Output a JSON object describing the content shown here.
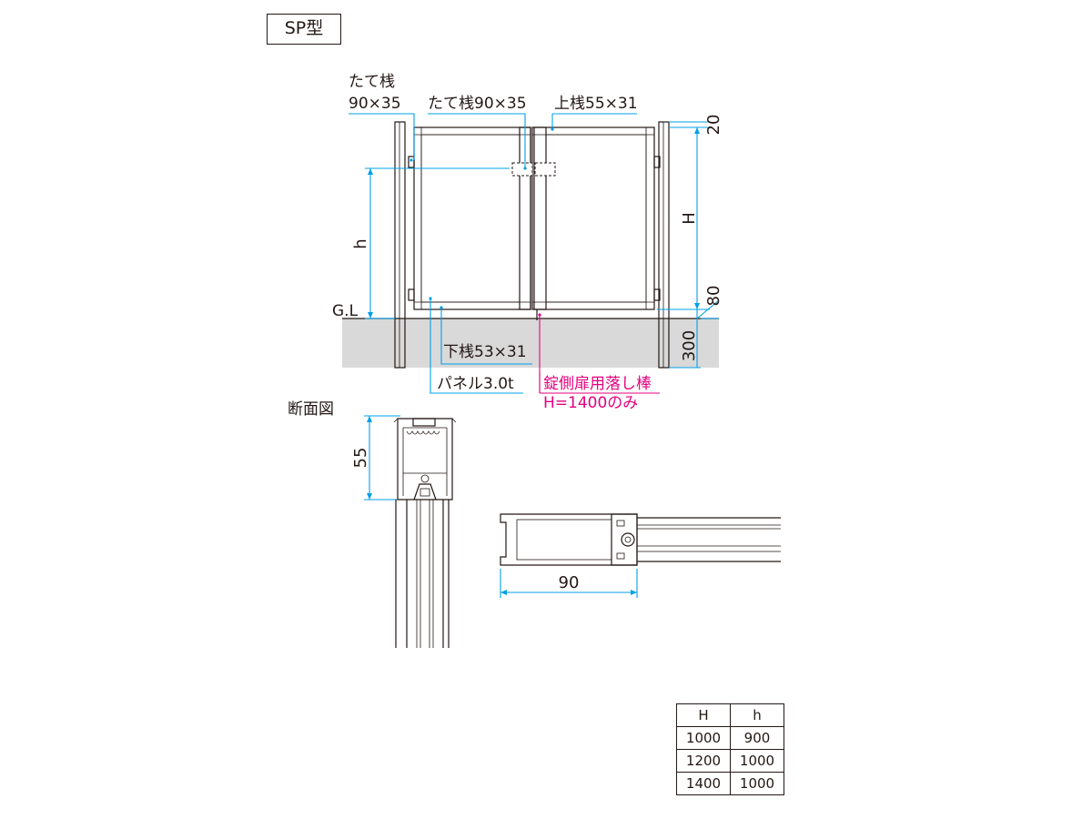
{
  "title": "SP型",
  "labels": {
    "tatesan_left_line1": "たて桟",
    "tatesan_left_line2": "90×35",
    "tatesan_mid": "たて桟90×35",
    "uesan": "上桟55×31",
    "shitasan": "下桟53×31",
    "panel": "パネル3.0t",
    "drop_bar_line1": "錠側扉用落し棒",
    "drop_bar_line2": "H=1400のみ",
    "ground_level": "G.L",
    "section_title": "断面図"
  },
  "dimensions": {
    "top": "20",
    "height": "H",
    "bottom_gap": "80",
    "embed": "300",
    "handle_height": "h",
    "section_height": "55",
    "section_width": "90"
  },
  "table": {
    "headers": [
      "H",
      "h"
    ],
    "rows": [
      [
        "1000",
        "900"
      ],
      [
        "1200",
        "1000"
      ],
      [
        "1400",
        "1000"
      ]
    ]
  },
  "colors": {
    "line": "#231815",
    "dimension_line": "#00a0e9",
    "highlight": "#e4007f",
    "ground_fill": "#d9d9d9"
  }
}
